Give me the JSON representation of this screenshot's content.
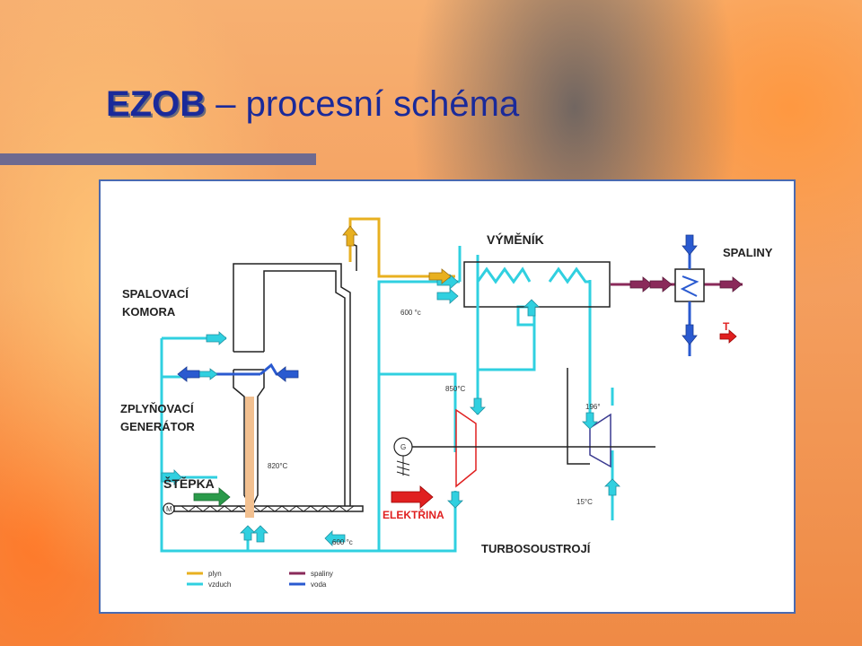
{
  "slide": {
    "title_abbr": "EZOB",
    "title_rest": " – procesní schéma"
  },
  "diagram": {
    "labels": {
      "vymenik": "VÝMĚNÍK",
      "spaliny": "SPALINY",
      "spalovaci_1": "SPALOVACÍ",
      "spalovaci_2": "KOMORA",
      "zplynovaci_1": "ZPLYŇOVACÍ",
      "zplynovaci_2": "GENERÁTOR",
      "stepka": "ŠTĚPKA",
      "elektrina": "ELEKTŘINA",
      "turbosoustroji": "TURBOSOUSTROJÍ",
      "t": "T",
      "g": "G",
      "m": "M"
    },
    "temps": {
      "t600_top": "600 °c",
      "t850": "850°C",
      "t196": "196°",
      "t820": "820°C",
      "t15": "15°C",
      "t600_bottom": "600 °c"
    },
    "legend": [
      {
        "label": "plyn",
        "color": "#e8b020"
      },
      {
        "label": "vzduch",
        "color": "#30d0e0"
      },
      {
        "label": "spaliny",
        "color": "#8a2a5a"
      },
      {
        "label": "voda",
        "color": "#2a5ad0"
      }
    ]
  }
}
